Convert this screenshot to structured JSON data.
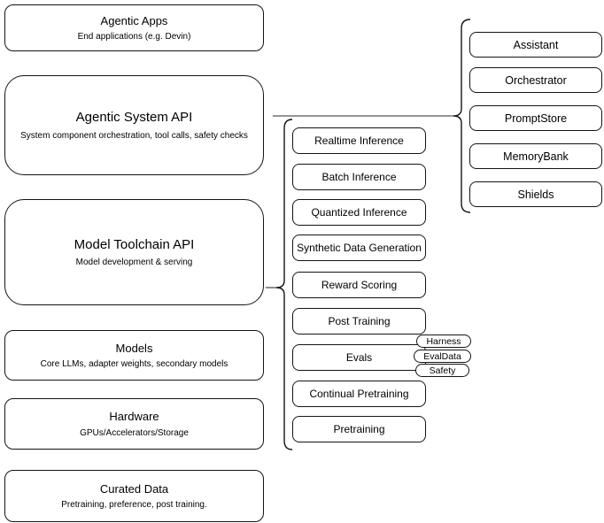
{
  "diagram": {
    "left_column": [
      {
        "title": "Agentic Apps",
        "subtitle": "End applications (e.g. Devin)"
      },
      {
        "title": "Agentic System API",
        "subtitle": "System component orchestration, tool calls, safety checks"
      },
      {
        "title": "Model Toolchain API",
        "subtitle": "Model development & serving"
      },
      {
        "title": "Models",
        "subtitle": "Core LLMs, adapter weights, secondary models"
      },
      {
        "title": "Hardware",
        "subtitle": "GPUs/Accelerators/Storage"
      },
      {
        "title": "Curated Data",
        "subtitle": "Pretraining, preference, post training."
      }
    ],
    "toolchain_apis": [
      {
        "label": "Realtime Inference"
      },
      {
        "label": "Batch Inference"
      },
      {
        "label": "Quantized Inference"
      },
      {
        "label": "Synthetic Data Generation"
      },
      {
        "label": "Reward Scoring"
      },
      {
        "label": "Post Training"
      },
      {
        "label": "Evals"
      },
      {
        "label": "Continual Pretraining"
      },
      {
        "label": "Pretraining"
      }
    ],
    "system_components": [
      {
        "label": "Assistant"
      },
      {
        "label": "Orchestrator"
      },
      {
        "label": "PromptStore"
      },
      {
        "label": "MemoryBank"
      },
      {
        "label": "Shields"
      }
    ],
    "eval_tags": [
      {
        "label": "Harness"
      },
      {
        "label": "EvalData"
      },
      {
        "label": "Safety"
      }
    ],
    "colors": {
      "background": "#ffffff",
      "node_stroke": "#141414",
      "connector_stroke": "#555555",
      "text": "#000000"
    }
  }
}
